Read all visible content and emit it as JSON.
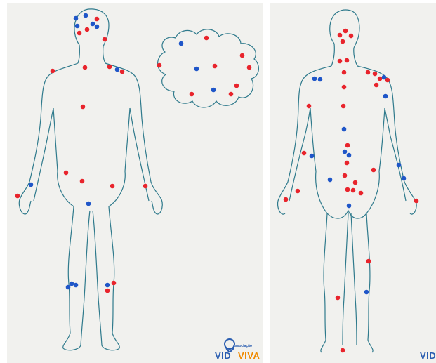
{
  "colors": {
    "paper": "#f1f1ee",
    "outline": "#2f7a8c",
    "red_dot": "#e8242c",
    "blue_dot": "#1f56c8",
    "logo_blue": "#2a5db0",
    "logo_orange": "#f08a00"
  },
  "front_panel": {
    "logo": {
      "small": "associação",
      "part1": "VID",
      "part2": "VIVA"
    }
  },
  "back_panel": {
    "logo": {
      "part1": "VID"
    }
  }
}
